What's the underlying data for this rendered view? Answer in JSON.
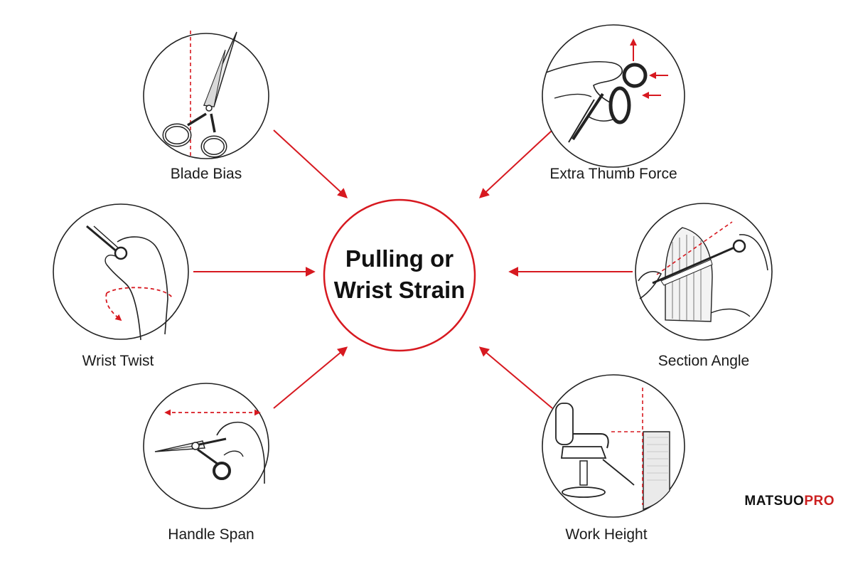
{
  "center": {
    "line1": "Pulling or",
    "line2": "Wrist Strain"
  },
  "factors": [
    {
      "label": "Blade Bias",
      "icon": "scissors-blade-bias-icon"
    },
    {
      "label": "Extra Thumb Force",
      "icon": "thumb-force-icon"
    },
    {
      "label": "Wrist Twist",
      "icon": "wrist-twist-icon"
    },
    {
      "label": "Section Angle",
      "icon": "section-angle-icon"
    },
    {
      "label": "Handle Span",
      "icon": "handle-span-icon"
    },
    {
      "label": "Work Height",
      "icon": "salon-chair-icon"
    }
  ],
  "brand": {
    "part1": "MATSUO",
    "part2": "PRO"
  },
  "colors": {
    "accent": "#d71920",
    "ink": "#222222"
  }
}
